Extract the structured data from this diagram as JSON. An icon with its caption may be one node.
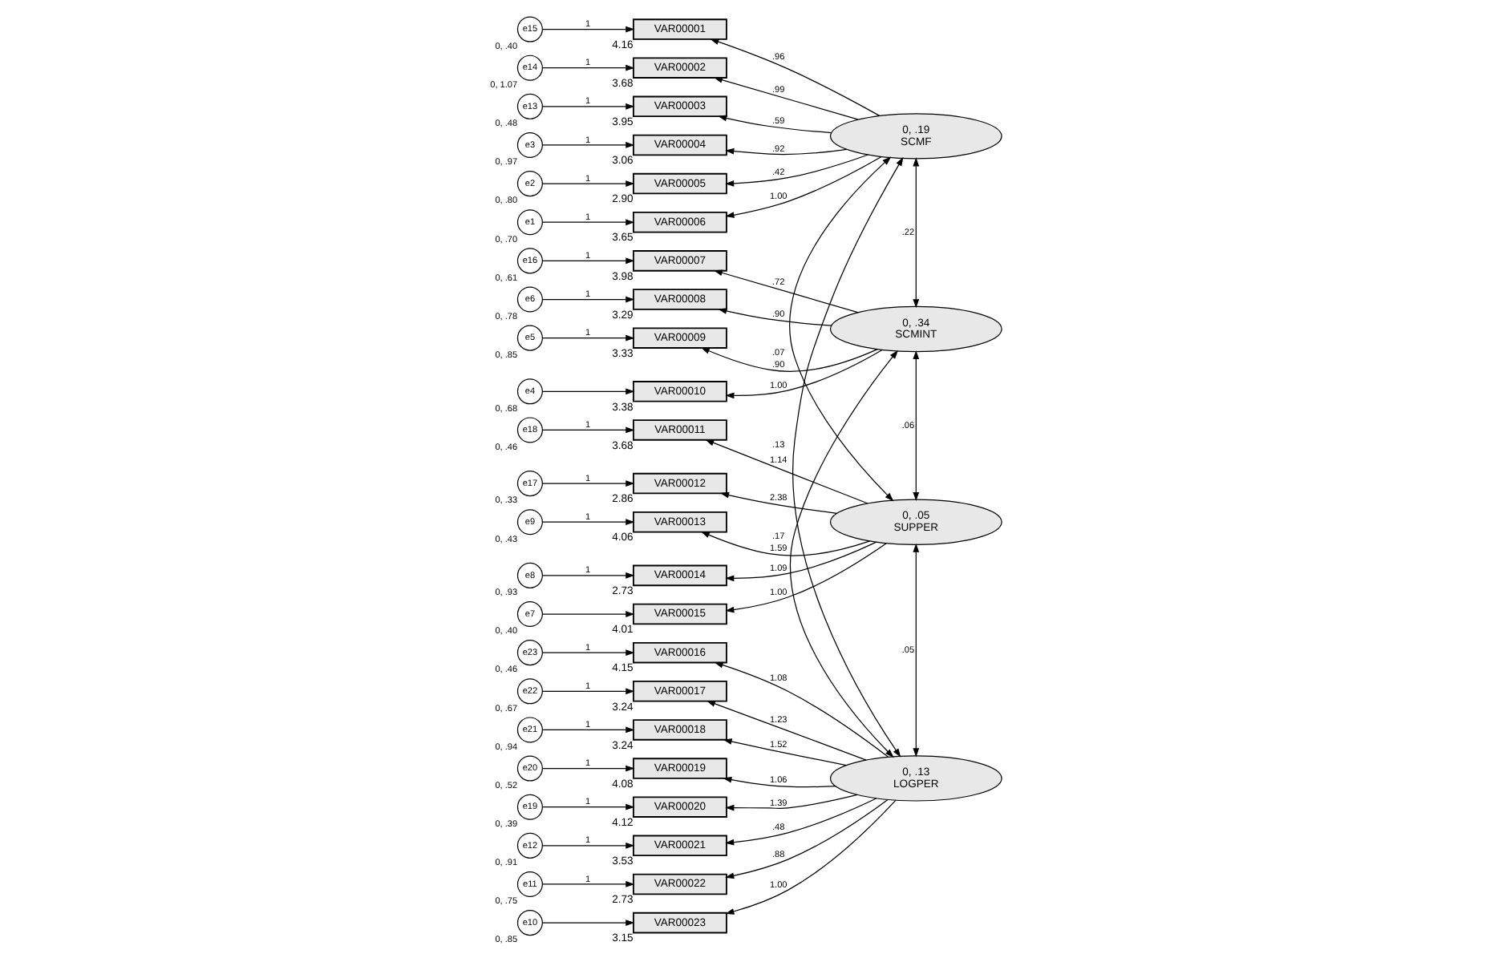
{
  "diagram": {
    "nodes": [
      {
        "text": [
          "e15"
        ],
        "beside": [
          "0, .40"
        ]
      },
      {
        "text": [
          "e14"
        ],
        "beside": [
          "0, 1.07"
        ]
      },
      {
        "text": [
          "e13"
        ],
        "beside": [
          "0, .48"
        ]
      },
      {
        "text": [
          "e3"
        ],
        "beside": [
          "0, .97"
        ]
      },
      {
        "text": [
          "e2"
        ],
        "beside": [
          "0, .80"
        ]
      },
      {
        "text": [
          "e1"
        ],
        "beside": [
          "0, .70"
        ]
      },
      {
        "text": [
          "VAR00001"
        ],
        "beside": [
          "4.16"
        ]
      },
      {
        "text": [
          "VAR00002"
        ],
        "beside": [
          "3.68"
        ]
      },
      {
        "text": [
          "VAR00003"
        ],
        "beside": [
          "3.95"
        ]
      },
      {
        "text": [
          "VAR00004"
        ],
        "beside": [
          "3.06"
        ]
      },
      {
        "text": [
          "VAR00005"
        ],
        "beside": [
          "2.90"
        ]
      },
      {
        "text": [
          "VAR00006"
        ],
        "beside": [
          "3.65"
        ]
      },
      {
        "text": [
          "0, .19",
          "SCMF"
        ]
      },
      {
        "text": [
          "e16"
        ],
        "beside": [
          "0, .61"
        ]
      },
      {
        "text": [
          "e6"
        ],
        "beside": [
          "0, .78"
        ]
      },
      {
        "text": [
          "e5"
        ],
        "beside": [
          "0, .85"
        ]
      },
      {
        "text": [
          "e4"
        ],
        "beside": [
          "0, .68"
        ]
      },
      {
        "text": [
          "VAR00007"
        ],
        "beside": [
          "3.98"
        ]
      },
      {
        "text": [
          "VAR00008"
        ],
        "beside": [
          "3.29"
        ]
      },
      {
        "text": [
          "VAR00009"
        ],
        "beside": [
          "3.33"
        ]
      },
      {
        "text": [
          "VAR00010"
        ],
        "beside": [
          "3.38"
        ]
      },
      {
        "text": [
          "0, .34",
          "SCMINT"
        ]
      },
      {
        "text": [
          "e18"
        ],
        "beside": [
          "0, .46"
        ]
      },
      {
        "text": [
          "e17"
        ],
        "beside": [
          "0, .33"
        ]
      },
      {
        "text": [
          "e9"
        ],
        "beside": [
          "0, .43"
        ]
      },
      {
        "text": [
          "e8"
        ],
        "beside": [
          "0, .93"
        ]
      },
      {
        "text": [
          "e7"
        ],
        "beside": [
          "0, .40"
        ]
      },
      {
        "text": [
          "VAR00011"
        ],
        "beside": [
          "3.68"
        ]
      },
      {
        "text": [
          "VAR00012"
        ],
        "beside": [
          "2.86"
        ]
      },
      {
        "text": [
          "VAR00013"
        ],
        "beside": [
          "4.06"
        ]
      },
      {
        "text": [
          "VAR00014"
        ],
        "beside": [
          "2.73"
        ]
      },
      {
        "text": [
          "VAR00015"
        ],
        "beside": [
          "4.01"
        ]
      },
      {
        "text": [
          "0, .05",
          "SUPPER"
        ]
      },
      {
        "text": [
          "e23"
        ],
        "beside": [
          "0, .46"
        ]
      },
      {
        "text": [
          "e22"
        ],
        "beside": [
          "0, .67"
        ]
      },
      {
        "text": [
          "e21"
        ],
        "beside": [
          "0, .94"
        ]
      },
      {
        "text": [
          "e20"
        ],
        "beside": [
          "0, .52"
        ]
      },
      {
        "text": [
          "e19"
        ],
        "beside": [
          "0, .39"
        ]
      },
      {
        "text": [
          "e12"
        ],
        "beside": [
          "0, .91"
        ]
      },
      {
        "text": [
          "e11"
        ],
        "beside": [
          "0, .75"
        ]
      },
      {
        "text": [
          "e10"
        ],
        "beside": [
          "0, .85"
        ]
      },
      {
        "text": [
          "VAR00016"
        ],
        "beside": [
          "4.15"
        ]
      },
      {
        "text": [
          "VAR00017"
        ],
        "beside": [
          "3.24"
        ]
      },
      {
        "text": [
          "VAR00018"
        ],
        "beside": [
          "3.24"
        ]
      },
      {
        "text": [
          "VAR00019"
        ],
        "beside": [
          "4.08"
        ]
      },
      {
        "text": [
          "VAR00020"
        ],
        "beside": [
          "4.12"
        ]
      },
      {
        "text": [
          "VAR00021"
        ],
        "beside": [
          "3.53"
        ]
      },
      {
        "text": [
          "VAR00022"
        ],
        "beside": [
          "2.73"
        ]
      },
      {
        "text": [
          "VAR00023"
        ],
        "beside": [
          "3.15"
        ]
      },
      {
        "text": [
          "0, .13",
          "LOGPER"
        ]
      }
    ],
    "edges": [
      {
        "from": 0,
        "to": 6,
        "arrow": "to",
        "label": "1"
      },
      {
        "from": 1,
        "to": 7,
        "arrow": "to",
        "label": "1"
      },
      {
        "from": 2,
        "to": 8,
        "arrow": "to",
        "label": "1"
      },
      {
        "from": 3,
        "to": 9,
        "arrow": "to",
        "label": "1"
      },
      {
        "from": 4,
        "to": 10,
        "arrow": "to",
        "label": "1"
      },
      {
        "from": 5,
        "to": 11,
        "arrow": "to",
        "label": "1"
      },
      {
        "from": 12,
        "to": 6,
        "arrow": "to",
        "label": ".96"
      },
      {
        "from": 12,
        "to": 7,
        "arrow": "to",
        "label": ".99"
      },
      {
        "from": 12,
        "to": 8,
        "arrow": "to",
        "label": ".59"
      },
      {
        "from": 12,
        "to": 9,
        "arrow": "to",
        "label": ".92"
      },
      {
        "from": 12,
        "to": 10,
        "arrow": "to",
        "label": ".42"
      },
      {
        "from": 12,
        "to": 11,
        "arrow": "to",
        "label": "1.00"
      },
      {
        "from": 13,
        "to": 17,
        "arrow": "to",
        "label": "1"
      },
      {
        "from": 14,
        "to": 18,
        "arrow": "to",
        "label": "1"
      },
      {
        "from": 15,
        "to": 19,
        "arrow": "to",
        "label": "1"
      },
      {
        "from": 16,
        "to": 20,
        "arrow": "to"
      },
      {
        "from": 21,
        "to": 17,
        "arrow": "to",
        "label": ".72"
      },
      {
        "from": 21,
        "to": 18,
        "arrow": "to",
        "label": ".90"
      },
      {
        "from": 21,
        "to": 19,
        "arrow": "to",
        "label": ".90"
      },
      {
        "from": 21,
        "to": 20,
        "arrow": "to",
        "label": "1.00"
      },
      {
        "from": 22,
        "to": 27,
        "arrow": "to",
        "label": "1"
      },
      {
        "from": 23,
        "to": 28,
        "arrow": "to",
        "label": "1"
      },
      {
        "from": 24,
        "to": 29,
        "arrow": "to",
        "label": "1"
      },
      {
        "from": 25,
        "to": 30,
        "arrow": "to",
        "label": "1"
      },
      {
        "from": 26,
        "to": 31,
        "arrow": "to"
      },
      {
        "from": 32,
        "to": 27,
        "arrow": "to",
        "label": "1.14"
      },
      {
        "from": 32,
        "to": 28,
        "arrow": "to",
        "label": "2.38"
      },
      {
        "from": 32,
        "to": 29,
        "arrow": "to",
        "label": "1.59"
      },
      {
        "from": 32,
        "to": 30,
        "arrow": "to",
        "label": "1.09"
      },
      {
        "from": 32,
        "to": 31,
        "arrow": "to",
        "label": "1.00"
      },
      {
        "from": 33,
        "to": 41,
        "arrow": "to",
        "label": "1"
      },
      {
        "from": 34,
        "to": 42,
        "arrow": "to",
        "label": "1"
      },
      {
        "from": 35,
        "to": 43,
        "arrow": "to",
        "label": "1"
      },
      {
        "from": 36,
        "to": 44,
        "arrow": "to",
        "label": "1"
      },
      {
        "from": 37,
        "to": 45,
        "arrow": "to",
        "label": "1"
      },
      {
        "from": 38,
        "to": 46,
        "arrow": "to",
        "label": "1"
      },
      {
        "from": 39,
        "to": 47,
        "arrow": "to",
        "label": "1"
      },
      {
        "from": 40,
        "to": 48,
        "arrow": "to"
      },
      {
        "from": 49,
        "to": 41,
        "arrow": "to",
        "label": "1.08"
      },
      {
        "from": 49,
        "to": 42,
        "arrow": "to",
        "label": "1.23"
      },
      {
        "from": 49,
        "to": 43,
        "arrow": "to",
        "label": "1.52"
      },
      {
        "from": 49,
        "to": 44,
        "arrow": "to",
        "label": "1.06"
      },
      {
        "from": 49,
        "to": 45,
        "arrow": "to",
        "label": "1.39"
      },
      {
        "from": 49,
        "to": 46,
        "arrow": "to",
        "label": ".48"
      },
      {
        "from": 49,
        "to": 47,
        "arrow": "to",
        "label": ".88"
      },
      {
        "from": 49,
        "to": 48,
        "arrow": "to",
        "label": "1.00"
      },
      {
        "from": 12,
        "to": 21,
        "arrow": "both",
        "label": ".22"
      },
      {
        "from": 12,
        "to": 32,
        "arrow": "both",
        "label": ".07"
      },
      {
        "from": 12,
        "to": 49,
        "arrow": "both",
        "label": ".13"
      },
      {
        "from": 21,
        "to": 32,
        "arrow": "both",
        "label": ".06"
      },
      {
        "from": 21,
        "to": 49,
        "arrow": "both",
        "label": ".17"
      },
      {
        "from": 32,
        "to": 49,
        "arrow": "both",
        "label": ".05"
      }
    ]
  }
}
